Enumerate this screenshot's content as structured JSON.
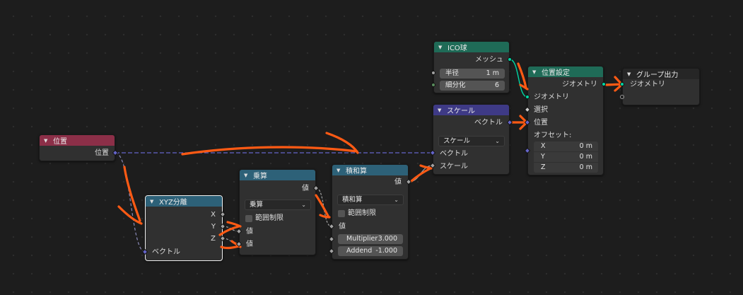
{
  "colors": {
    "background": "#1d1d1d",
    "node_body": "#303030",
    "header_input": "#8c2f48",
    "header_converter": "#2d6178",
    "header_geometry": "#1f6b57",
    "header_vector": "#3e3a86",
    "socket_vector": "#6464c8",
    "socket_float": "#a1a1a1",
    "socket_geometry": "#00d6a3",
    "annotation_arrow": "#ff5a14"
  },
  "nodes": {
    "position": {
      "title": "位置",
      "output_position": "位置"
    },
    "separate_xyz": {
      "title": "XYZ分離",
      "output_x": "X",
      "output_y": "Y",
      "output_z": "Z",
      "input_vector": "ベクトル"
    },
    "math": {
      "title": "乗算",
      "output_value": "値",
      "operation": "乗算",
      "clamp_label": "範囲制限",
      "input_value_1": "値",
      "input_value_2": "値"
    },
    "multiply_add": {
      "title": "積和算",
      "output_value": "値",
      "operation": "積和算",
      "clamp_label": "範囲制限",
      "input_value": "値",
      "multiplier_label": "Multiplier",
      "multiplier_value": "3.000",
      "addend_label": "Addend",
      "addend_value": "-1.000"
    },
    "scale": {
      "title": "スケール",
      "output_vector": "ベクトル",
      "operation": "スケール",
      "input_vector": "ベクトル",
      "input_scale": "スケール"
    },
    "ico_sphere": {
      "title": "ICO球",
      "output_mesh": "メッシュ",
      "radius_label": "半径",
      "radius_value": "1 m",
      "subdiv_label": "細分化",
      "subdiv_value": "6"
    },
    "set_position": {
      "title": "位置設定",
      "output_geometry": "ジオメトリ",
      "input_geometry": "ジオメトリ",
      "input_selection": "選択",
      "input_position": "位置",
      "offset_label": "オフセット:",
      "offset_x_label": "X",
      "offset_x_value": "0 m",
      "offset_y_label": "Y",
      "offset_y_value": "0 m",
      "offset_z_label": "Z",
      "offset_z_value": "0 m"
    },
    "group_output": {
      "title": "グループ出力",
      "input_geometry": "ジオメトリ"
    }
  }
}
